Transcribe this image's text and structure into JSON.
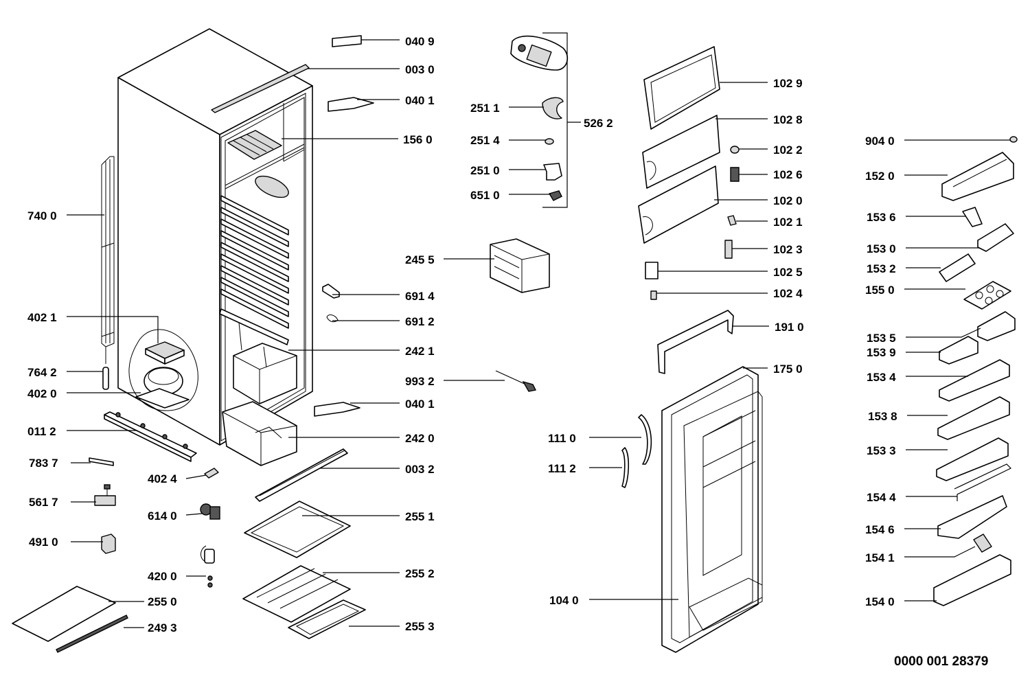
{
  "drawing_number": "0000 001 28379",
  "callouts": [
    {
      "id": "c0409",
      "label": "040 9"
    },
    {
      "id": "c0030",
      "label": "003 0"
    },
    {
      "id": "c0401a",
      "label": "040 1"
    },
    {
      "id": "c1560",
      "label": "156 0"
    },
    {
      "id": "c7400",
      "label": "740 0"
    },
    {
      "id": "c4021",
      "label": "402 1"
    },
    {
      "id": "c7642",
      "label": "764 2"
    },
    {
      "id": "c4020",
      "label": "402 0"
    },
    {
      "id": "c0112",
      "label": "011 2"
    },
    {
      "id": "c7837",
      "label": "783 7"
    },
    {
      "id": "c4024",
      "label": "402 4"
    },
    {
      "id": "c5617",
      "label": "561 7"
    },
    {
      "id": "c6140",
      "label": "614 0"
    },
    {
      "id": "c4910",
      "label": "491 0"
    },
    {
      "id": "c4200",
      "label": "420 0"
    },
    {
      "id": "c2550",
      "label": "255 0"
    },
    {
      "id": "c2493",
      "label": "249 3"
    },
    {
      "id": "c6914",
      "label": "691 4"
    },
    {
      "id": "c6912",
      "label": "691 2"
    },
    {
      "id": "c2421",
      "label": "242 1"
    },
    {
      "id": "c9932",
      "label": "993 2"
    },
    {
      "id": "c0401b",
      "label": "040 1"
    },
    {
      "id": "c2420",
      "label": "242 0"
    },
    {
      "id": "c0032",
      "label": "003 2"
    },
    {
      "id": "c2551",
      "label": "255 1"
    },
    {
      "id": "c2552",
      "label": "255 2"
    },
    {
      "id": "c2553",
      "label": "255 3"
    },
    {
      "id": "c2455",
      "label": "245 5"
    },
    {
      "id": "c2511",
      "label": "251 1"
    },
    {
      "id": "c2514",
      "label": "251 4"
    },
    {
      "id": "c2510",
      "label": "251 0"
    },
    {
      "id": "c6510",
      "label": "651 0"
    },
    {
      "id": "c5262",
      "label": "526 2"
    },
    {
      "id": "c1110",
      "label": "111 0"
    },
    {
      "id": "c1112",
      "label": "111 2"
    },
    {
      "id": "c1040",
      "label": "104 0"
    },
    {
      "id": "c1029",
      "label": "102 9"
    },
    {
      "id": "c1028",
      "label": "102 8"
    },
    {
      "id": "c1022",
      "label": "102 2"
    },
    {
      "id": "c1026",
      "label": "102 6"
    },
    {
      "id": "c1020",
      "label": "102 0"
    },
    {
      "id": "c1021",
      "label": "102 1"
    },
    {
      "id": "c1023",
      "label": "102 3"
    },
    {
      "id": "c1025",
      "label": "102 5"
    },
    {
      "id": "c1024",
      "label": "102 4"
    },
    {
      "id": "c1910",
      "label": "191 0"
    },
    {
      "id": "c1750",
      "label": "175 0"
    },
    {
      "id": "c9040",
      "label": "904 0"
    },
    {
      "id": "c1520",
      "label": "152 0"
    },
    {
      "id": "c1536",
      "label": "153 6"
    },
    {
      "id": "c1530",
      "label": "153 0"
    },
    {
      "id": "c1532",
      "label": "153 2"
    },
    {
      "id": "c1550",
      "label": "155 0"
    },
    {
      "id": "c1535",
      "label": "153 5"
    },
    {
      "id": "c1539",
      "label": "153 9"
    },
    {
      "id": "c1534",
      "label": "153 4"
    },
    {
      "id": "c1538",
      "label": "153 8"
    },
    {
      "id": "c1533",
      "label": "153 3"
    },
    {
      "id": "c1544",
      "label": "154 4"
    },
    {
      "id": "c1546",
      "label": "154 6"
    },
    {
      "id": "c1541",
      "label": "154 1"
    },
    {
      "id": "c1540",
      "label": "154 0"
    }
  ]
}
